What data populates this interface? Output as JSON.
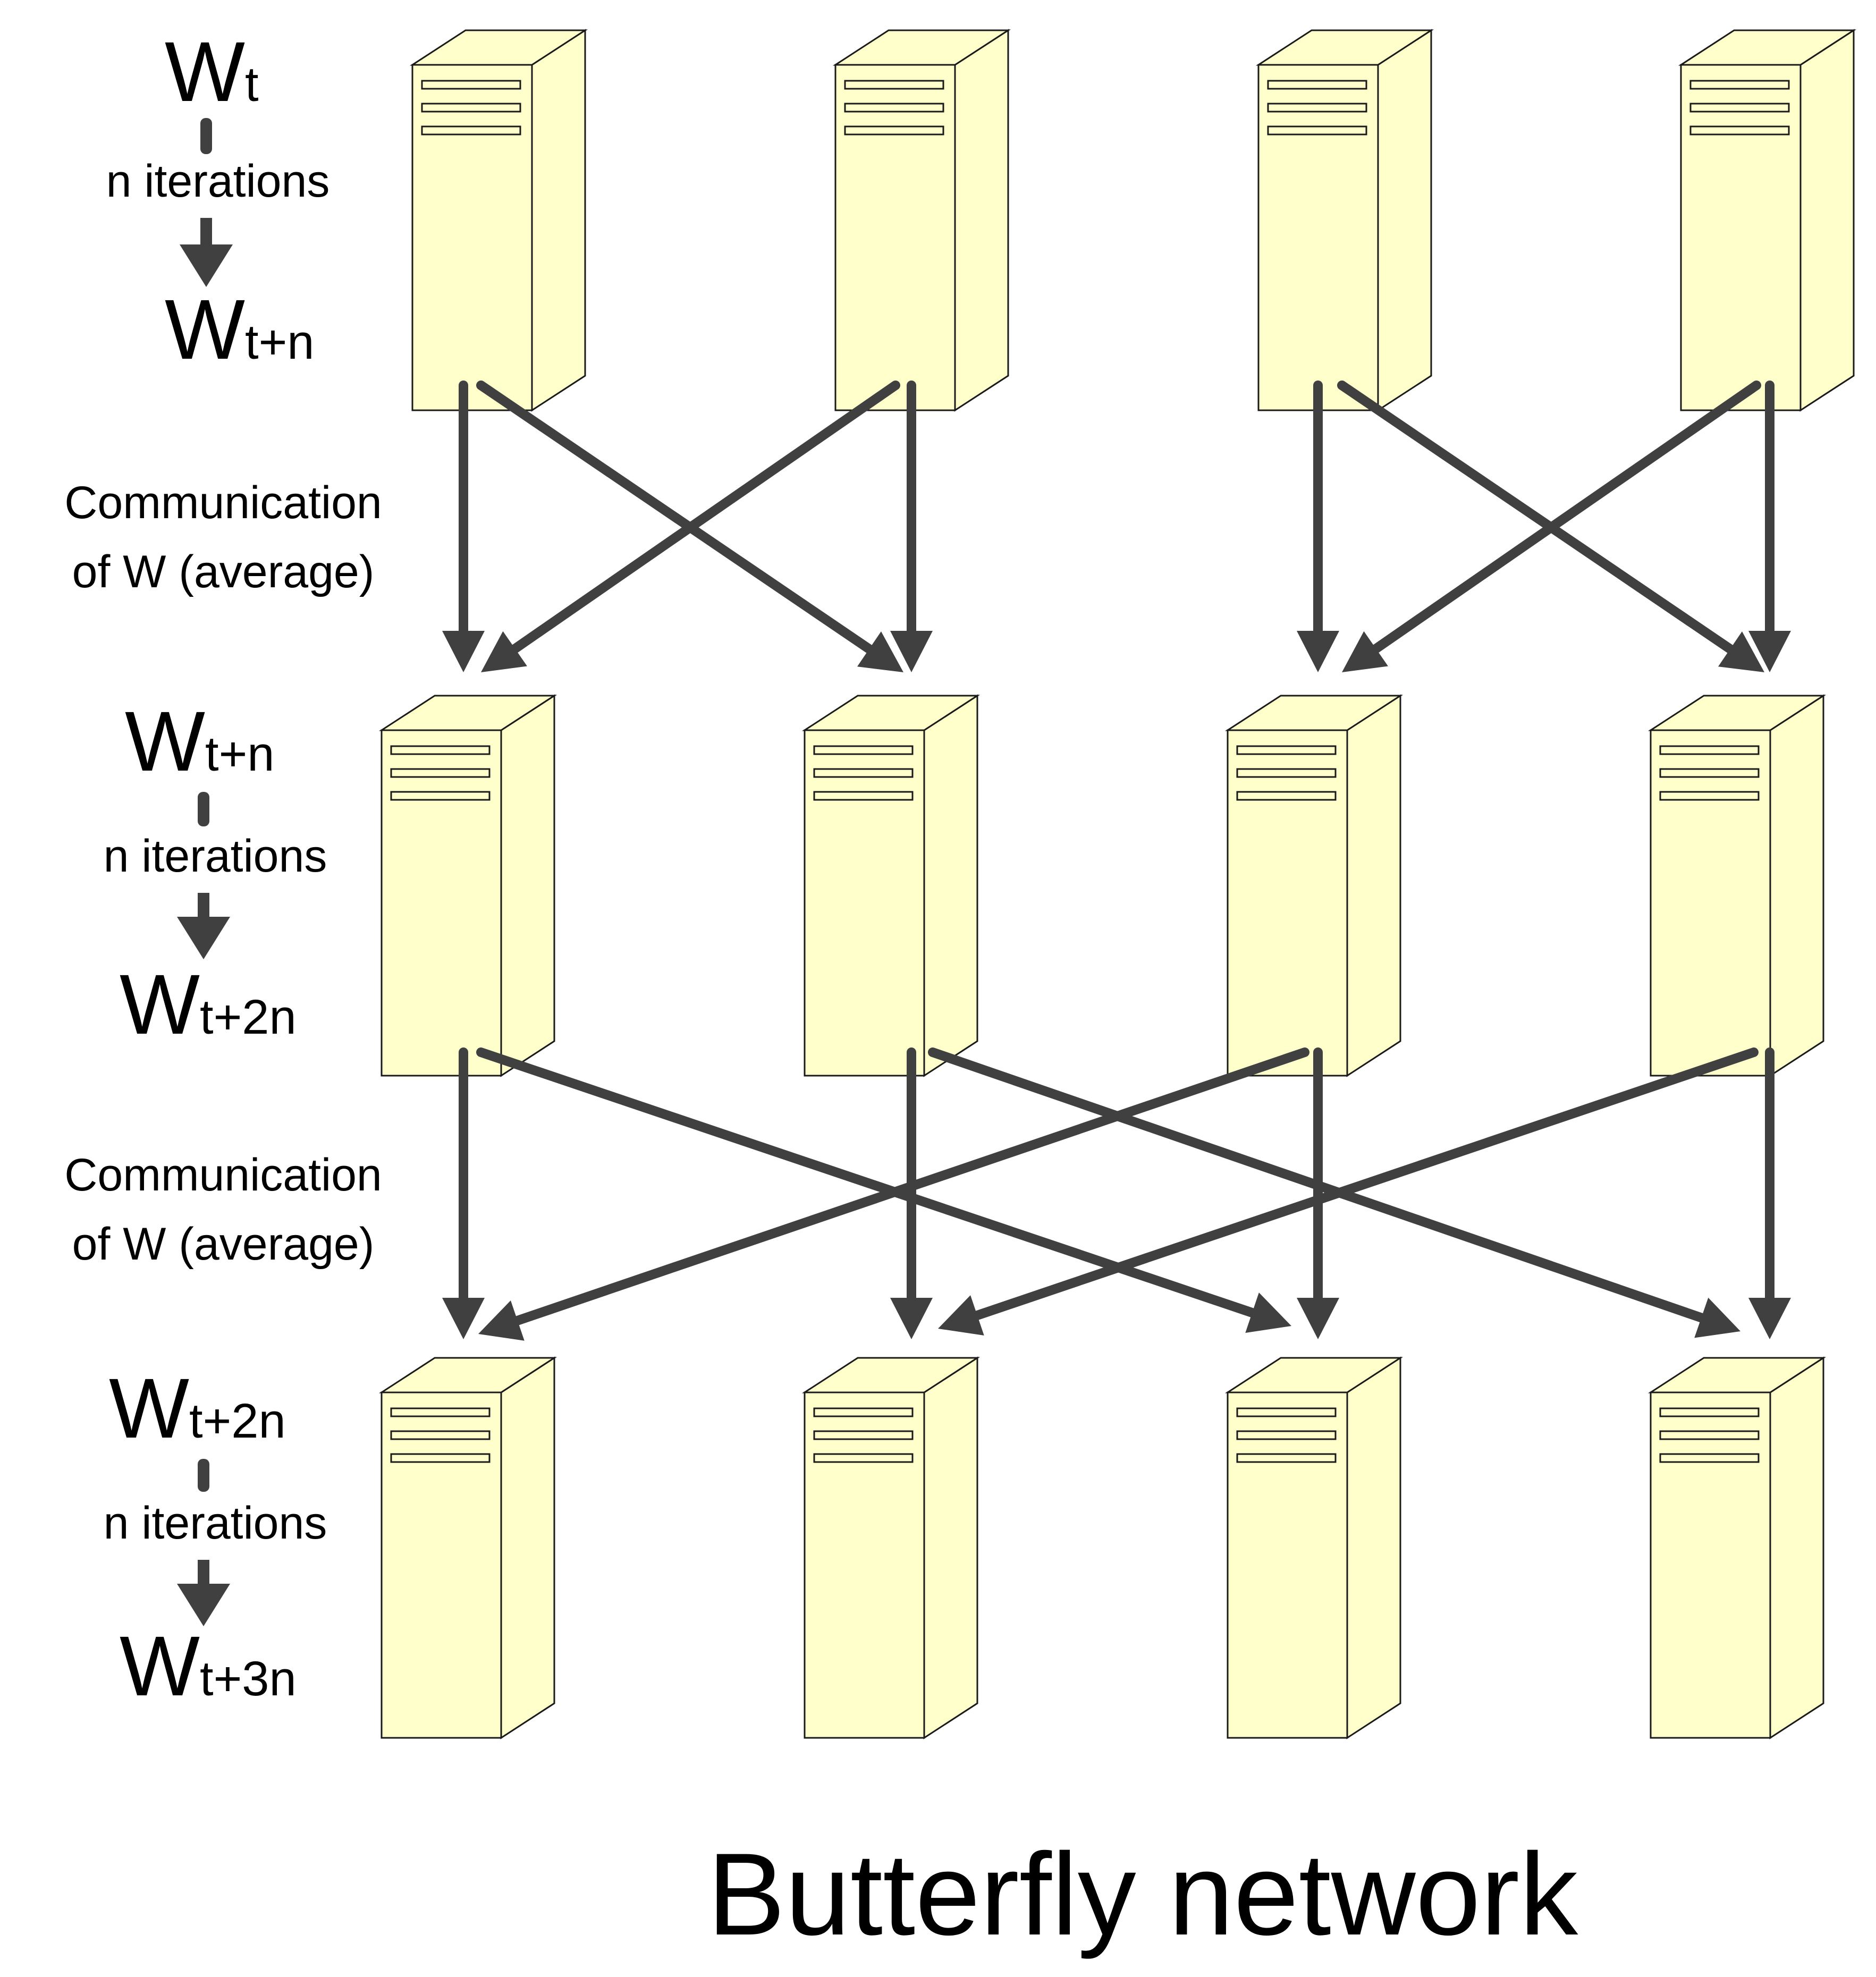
{
  "title": "Butterfly network",
  "stages": [
    {
      "w_start": {
        "base": "W",
        "sub": "t"
      },
      "iterations_label": "n iterations",
      "w_end": {
        "base": "W",
        "sub": "t+n"
      }
    },
    {
      "w_start": {
        "base": "W",
        "sub": "t+n"
      },
      "iterations_label": "n iterations",
      "w_end": {
        "base": "W",
        "sub": "t+2n"
      }
    },
    {
      "w_start": {
        "base": "W",
        "sub": "t+2n"
      },
      "iterations_label": "n iterations",
      "w_end": {
        "base": "W",
        "sub": "t+3n"
      }
    }
  ],
  "communications": [
    {
      "line1": "Communication",
      "line2": "of W (average)"
    },
    {
      "line1": "Communication",
      "line2": "of W (average)"
    }
  ],
  "colors": {
    "server_fill": "#ffffcc",
    "arrow": "#404040",
    "outline": "#1a1a1a"
  }
}
